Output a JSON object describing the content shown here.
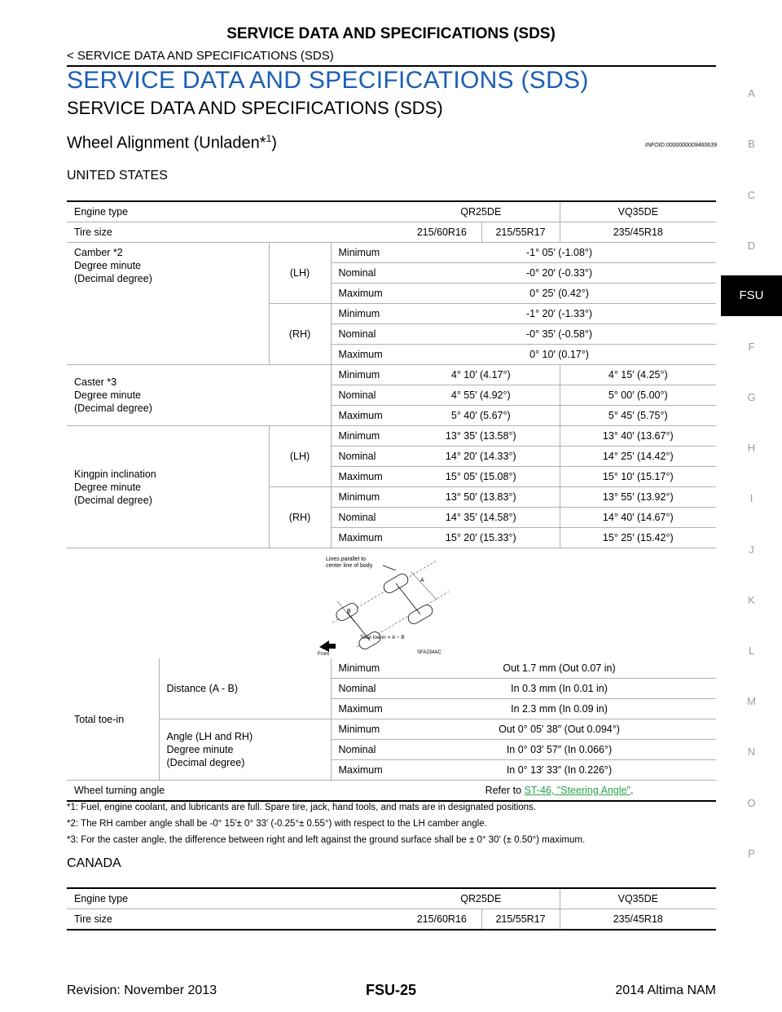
{
  "header": {
    "title": "SERVICE DATA AND SPECIFICATIONS (SDS)",
    "breadcrumb": "< SERVICE DATA AND SPECIFICATIONS (SDS)"
  },
  "page_title": "SERVICE DATA AND SPECIFICATIONS (SDS)",
  "section_title": "SERVICE DATA AND SPECIFICATIONS (SDS)",
  "subsection": {
    "title": "Wheel Alignment (Unladen*",
    "sup": "1",
    "close": ")",
    "info_id": "INFOID:0000000009460639"
  },
  "us": {
    "heading": "UNITED STATES",
    "engine_type_label": "Engine type",
    "engine_qr": "QR25DE",
    "engine_vq": "VQ35DE",
    "tire_size_label": "Tire size",
    "tire_1": "215/60R16",
    "tire_2": "215/55R17",
    "tire_3": "235/45R18",
    "camber_label": "Camber *2\nDegree minute\n(Decimal degree)",
    "caster_label": "Caster *3\nDegree minute\n(Decimal degree)",
    "kingpin_label": "Kingpin inclination\nDegree minute\n(Decimal degree)",
    "lh": "(LH)",
    "rh": "(RH)",
    "minimum": "Minimum",
    "nominal": "Nominal",
    "maximum": "Maximum",
    "camber_lh_min": "-1° 05′ (-1.08°)",
    "camber_lh_nom": "-0° 20′ (-0.33°)",
    "camber_lh_max": "0° 25′ (0.42°)",
    "camber_rh_min": "-1° 20′ (-1.33°)",
    "camber_rh_nom": "-0° 35′ (-0.58°)",
    "camber_rh_max": "0° 10′ (0.17°)",
    "caster_qr_min": "4° 10′ (4.17°)",
    "caster_vq_min": "4° 15′ (4.25°)",
    "caster_qr_nom": "4° 55′ (4.92°)",
    "caster_vq_nom": "5° 00′ (5.00°)",
    "caster_qr_max": "5° 40′ (5.67°)",
    "caster_vq_max": "5° 45′ (5.75°)",
    "kp_lh_qr_min": "13° 35′ (13.58°)",
    "kp_lh_vq_min": "13° 40′ (13.67°)",
    "kp_lh_qr_nom": "14° 20′ (14.33°)",
    "kp_lh_vq_nom": "14° 25′ (14.42°)",
    "kp_lh_qr_max": "15° 05′ (15.08°)",
    "kp_lh_vq_max": "15° 10′ (15.17°)",
    "kp_rh_qr_min": "13° 50′ (13.83°)",
    "kp_rh_vq_min": "13° 55′ (13.92°)",
    "kp_rh_qr_nom": "14° 35′ (14.58°)",
    "kp_rh_vq_nom": "14° 40′ (14.67°)",
    "kp_rh_qr_max": "15° 20′ (15.33°)",
    "kp_rh_vq_max": "15° 25′ (15.42°)",
    "toe_label": "Total toe-in",
    "toe_distance_label": "Distance (A - B)",
    "toe_angle_label": "Angle (LH and RH)\nDegree minute\n(Decimal degree)",
    "toe_dist_min": "Out 1.7 mm (Out 0.07 in)",
    "toe_dist_nom": "In 0.3 mm (In 0.01 in)",
    "toe_dist_max": "In 2.3 mm (In 0.09 in)",
    "toe_angle_min": "Out 0° 05′ 38″ (Out 0.094°)",
    "toe_angle_nom": "In 0° 03′ 57″ (In 0.066°)",
    "toe_angle_max": "In 0° 13′ 33″ (In 0.226°)",
    "turning_label": "Wheel turning angle",
    "turning_prefix": "Refer to ",
    "turning_link": "ST-46, \"Steering Angle\"",
    "turning_suffix": "."
  },
  "figure": {
    "label_lines": "Lines parallel to\ncenter line of body",
    "label_toe": "Total toe-in = A − B",
    "label_a": "A",
    "label_b": "B",
    "label_front": "Front",
    "code": "SFA234AC"
  },
  "notes": {
    "n1": "*1: Fuel, engine coolant, and lubricants are full. Spare tire, jack, hand tools, and mats are in designated positions.",
    "n2": "*2: The RH camber angle shall be -0° 15′± 0° 33′ (-0.25°± 0.55°) with respect to the LH camber angle.",
    "n3": "*3: For the caster angle, the difference between right and left against the ground surface shall be ± 0° 30′ (± 0.50°) maximum."
  },
  "canada": {
    "heading": "CANADA",
    "engine_type_label": "Engine type",
    "engine_qr": "QR25DE",
    "engine_vq": "VQ35DE",
    "tire_size_label": "Tire size",
    "tire_1": "215/60R16",
    "tire_2": "215/55R17",
    "tire_3": "235/45R18"
  },
  "sidebar": {
    "letters_top": [
      "A",
      "B",
      "C",
      "D"
    ],
    "active": "FSU",
    "letters_bottom": [
      "F",
      "G",
      "H",
      "I",
      "J",
      "K",
      "L",
      "M",
      "N",
      "O",
      "P"
    ]
  },
  "footer": {
    "revision": "Revision: November 2013",
    "page": "FSU-25",
    "model": "2014 Altima NAM"
  }
}
